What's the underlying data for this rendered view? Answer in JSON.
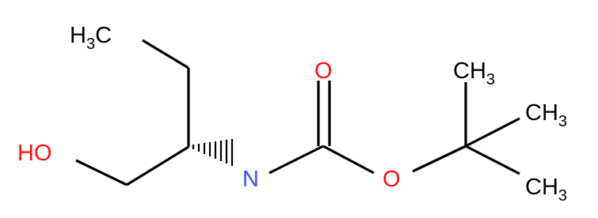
{
  "atoms": {
    "ethyl_ch3": {
      "main": "H",
      "sub": "3",
      "tail": "C"
    },
    "hydroxyl": {
      "text": "HO"
    },
    "amine": {
      "text": "N"
    },
    "carbonyl_o": {
      "text": "O"
    },
    "ester_o": {
      "text": "O"
    },
    "tbu_top": {
      "main": "CH",
      "sub": "3"
    },
    "tbu_right": {
      "main": "CH",
      "sub": "3"
    },
    "tbu_bottom": {
      "main": "CH",
      "sub": "3"
    }
  },
  "colors": {
    "bond": "#000000",
    "carbon_label": "#000000",
    "oxygen": "#ff0d0d",
    "nitrogen": "#3050f8"
  }
}
